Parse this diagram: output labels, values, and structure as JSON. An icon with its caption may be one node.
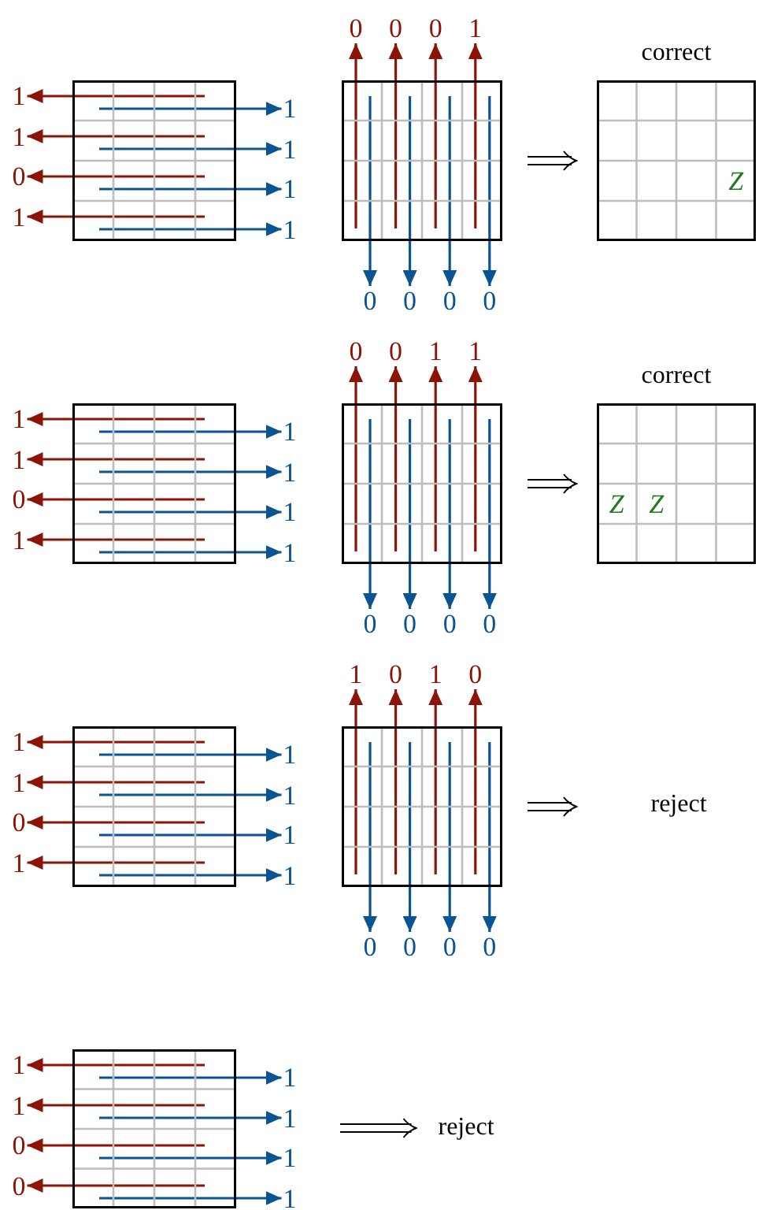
{
  "diagram": {
    "nodes": [
      {
        "text": [],
        "shape": "grid"
      },
      {
        "text": [
          "1"
        ]
      },
      {
        "text": [
          "1"
        ]
      },
      {
        "text": [
          "0"
        ]
      },
      {
        "text": [
          "1"
        ]
      },
      {
        "text": [
          "1"
        ]
      },
      {
        "text": [
          "1"
        ]
      },
      {
        "text": [
          "1"
        ]
      },
      {
        "text": [
          "1"
        ]
      },
      {
        "text": [
          "0"
        ]
      },
      {
        "text": [
          "0"
        ]
      },
      {
        "text": [
          "0"
        ]
      },
      {
        "text": [
          "1"
        ]
      },
      {
        "text": [],
        "shape": "grid"
      },
      {
        "text": [
          "0"
        ]
      },
      {
        "text": [
          "0"
        ]
      },
      {
        "text": [
          "0"
        ]
      },
      {
        "text": [
          "0"
        ]
      },
      {
        "text": [
          "correct",
          "Z"
        ]
      },
      {
        "text": [],
        "shape": "grid"
      },
      {
        "text": [
          "1"
        ]
      },
      {
        "text": [
          "1"
        ]
      },
      {
        "text": [
          "0"
        ]
      },
      {
        "text": [
          "1"
        ]
      },
      {
        "text": [
          "1"
        ]
      },
      {
        "text": [
          "1"
        ]
      },
      {
        "text": [
          "1"
        ]
      },
      {
        "text": [
          "1"
        ]
      },
      {
        "text": [
          "0"
        ]
      },
      {
        "text": [
          "0"
        ]
      },
      {
        "text": [
          "1"
        ]
      },
      {
        "text": [
          "1"
        ]
      },
      {
        "text": [],
        "shape": "grid"
      },
      {
        "text": [
          "0"
        ]
      },
      {
        "text": [
          "0"
        ]
      },
      {
        "text": [
          "0"
        ]
      },
      {
        "text": [
          "0"
        ]
      },
      {
        "text": [
          "correct",
          "Z",
          "Z"
        ]
      },
      {
        "text": [],
        "shape": "grid"
      },
      {
        "text": [
          "1"
        ]
      },
      {
        "text": [
          "1"
        ]
      },
      {
        "text": [
          "0"
        ]
      },
      {
        "text": [
          "1"
        ]
      },
      {
        "text": [
          "1"
        ]
      },
      {
        "text": [
          "1"
        ]
      },
      {
        "text": [
          "1"
        ]
      },
      {
        "text": [
          "1"
        ]
      },
      {
        "text": [
          "1"
        ]
      },
      {
        "text": [
          "0"
        ]
      },
      {
        "text": [
          "1"
        ]
      },
      {
        "text": [
          "0"
        ]
      },
      {
        "text": [],
        "shape": "grid"
      },
      {
        "text": [
          "0"
        ]
      },
      {
        "text": [
          "0"
        ]
      },
      {
        "text": [
          "0"
        ]
      },
      {
        "text": [
          "0"
        ]
      },
      {
        "text": [
          "reject"
        ]
      },
      {
        "text": [],
        "shape": "grid"
      },
      {
        "text": [
          "1"
        ]
      },
      {
        "text": [
          "1"
        ]
      },
      {
        "text": [
          "0"
        ]
      },
      {
        "text": [
          "0"
        ]
      },
      {
        "text": [
          "1"
        ]
      },
      {
        "text": [
          "1"
        ]
      },
      {
        "text": [
          "1"
        ]
      },
      {
        "text": [
          "1"
        ]
      },
      {
        "text": [
          "reject"
        ]
      }
    ],
    "edges": [
      {
        "from": 0,
        "to": 1,
        "arrow": "to",
        "color": "#8b1406"
      },
      {
        "from": 0,
        "to": 2,
        "arrow": "to",
        "color": "#8b1406"
      },
      {
        "from": 0,
        "to": 3,
        "arrow": "to",
        "color": "#8b1406"
      },
      {
        "from": 0,
        "to": 4,
        "arrow": "to",
        "color": "#8b1406"
      },
      {
        "from": 0,
        "to": 5,
        "arrow": "to",
        "color": "#0b5494"
      },
      {
        "from": 0,
        "to": 6,
        "arrow": "to",
        "color": "#0b5494"
      },
      {
        "from": 0,
        "to": 7,
        "arrow": "to",
        "color": "#0b5494"
      },
      {
        "from": 0,
        "to": 8,
        "arrow": "to",
        "color": "#0b5494"
      },
      {
        "from": 13,
        "to": 9,
        "arrow": "to",
        "color": "#8b1406"
      },
      {
        "from": 13,
        "to": 10,
        "arrow": "to",
        "color": "#8b1406"
      },
      {
        "from": 13,
        "to": 11,
        "arrow": "to",
        "color": "#8b1406"
      },
      {
        "from": 13,
        "to": 12,
        "arrow": "to",
        "color": "#8b1406"
      },
      {
        "from": 13,
        "to": 14,
        "arrow": "to",
        "color": "#0b5494"
      },
      {
        "from": 13,
        "to": 15,
        "arrow": "to",
        "color": "#0b5494"
      },
      {
        "from": 13,
        "to": 16,
        "arrow": "to",
        "color": "#0b5494"
      },
      {
        "from": 13,
        "to": 17,
        "arrow": "to",
        "color": "#0b5494"
      },
      {
        "from": 13,
        "to": 18,
        "arrow": "to",
        "color": "#000000"
      },
      {
        "from": 19,
        "to": 20,
        "arrow": "to",
        "color": "#8b1406"
      },
      {
        "from": 19,
        "to": 21,
        "arrow": "to",
        "color": "#8b1406"
      },
      {
        "from": 19,
        "to": 22,
        "arrow": "to",
        "color": "#8b1406"
      },
      {
        "from": 19,
        "to": 23,
        "arrow": "to",
        "color": "#8b1406"
      },
      {
        "from": 19,
        "to": 24,
        "arrow": "to",
        "color": "#0b5494"
      },
      {
        "from": 19,
        "to": 25,
        "arrow": "to",
        "color": "#0b5494"
      },
      {
        "from": 19,
        "to": 26,
        "arrow": "to",
        "color": "#0b5494"
      },
      {
        "from": 19,
        "to": 27,
        "arrow": "to",
        "color": "#0b5494"
      },
      {
        "from": 32,
        "to": 28,
        "arrow": "to",
        "color": "#8b1406"
      },
      {
        "from": 32,
        "to": 29,
        "arrow": "to",
        "color": "#8b1406"
      },
      {
        "from": 32,
        "to": 30,
        "arrow": "to",
        "color": "#8b1406"
      },
      {
        "from": 32,
        "to": 31,
        "arrow": "to",
        "color": "#8b1406"
      },
      {
        "from": 32,
        "to": 33,
        "arrow": "to",
        "color": "#0b5494"
      },
      {
        "from": 32,
        "to": 34,
        "arrow": "to",
        "color": "#0b5494"
      },
      {
        "from": 32,
        "to": 35,
        "arrow": "to",
        "color": "#0b5494"
      },
      {
        "from": 32,
        "to": 36,
        "arrow": "to",
        "color": "#0b5494"
      },
      {
        "from": 32,
        "to": 37,
        "arrow": "to",
        "color": "#000000"
      },
      {
        "from": 38,
        "to": 39,
        "arrow": "to",
        "color": "#8b1406"
      },
      {
        "from": 38,
        "to": 40,
        "arrow": "to",
        "color": "#8b1406"
      },
      {
        "from": 38,
        "to": 41,
        "arrow": "to",
        "color": "#8b1406"
      },
      {
        "from": 38,
        "to": 42,
        "arrow": "to",
        "color": "#8b1406"
      },
      {
        "from": 38,
        "to": 43,
        "arrow": "to",
        "color": "#0b5494"
      },
      {
        "from": 38,
        "to": 44,
        "arrow": "to",
        "color": "#0b5494"
      },
      {
        "from": 38,
        "to": 45,
        "arrow": "to",
        "color": "#0b5494"
      },
      {
        "from": 38,
        "to": 46,
        "arrow": "to",
        "color": "#0b5494"
      },
      {
        "from": 51,
        "to": 47,
        "arrow": "to",
        "color": "#8b1406"
      },
      {
        "from": 51,
        "to": 48,
        "arrow": "to",
        "color": "#8b1406"
      },
      {
        "from": 51,
        "to": 49,
        "arrow": "to",
        "color": "#8b1406"
      },
      {
        "from": 51,
        "to": 50,
        "arrow": "to",
        "color": "#8b1406"
      },
      {
        "from": 51,
        "to": 52,
        "arrow": "to",
        "color": "#0b5494"
      },
      {
        "from": 51,
        "to": 53,
        "arrow": "to",
        "color": "#0b5494"
      },
      {
        "from": 51,
        "to": 54,
        "arrow": "to",
        "color": "#0b5494"
      },
      {
        "from": 51,
        "to": 55,
        "arrow": "to",
        "color": "#0b5494"
      },
      {
        "from": 51,
        "to": 56,
        "arrow": "to",
        "color": "#000000"
      },
      {
        "from": 57,
        "to": 58,
        "arrow": "to",
        "color": "#8b1406"
      },
      {
        "from": 57,
        "to": 59,
        "arrow": "to",
        "color": "#8b1406"
      },
      {
        "from": 57,
        "to": 60,
        "arrow": "to",
        "color": "#8b1406"
      },
      {
        "from": 57,
        "to": 61,
        "arrow": "to",
        "color": "#8b1406"
      },
      {
        "from": 57,
        "to": 62,
        "arrow": "to",
        "color": "#0b5494"
      },
      {
        "from": 57,
        "to": 63,
        "arrow": "to",
        "color": "#0b5494"
      },
      {
        "from": 57,
        "to": 64,
        "arrow": "to",
        "color": "#0b5494"
      },
      {
        "from": 57,
        "to": 65,
        "arrow": "to",
        "color": "#0b5494"
      },
      {
        "from": null,
        "to": 66,
        "arrow": "to",
        "color": "#000000"
      }
    ]
  }
}
